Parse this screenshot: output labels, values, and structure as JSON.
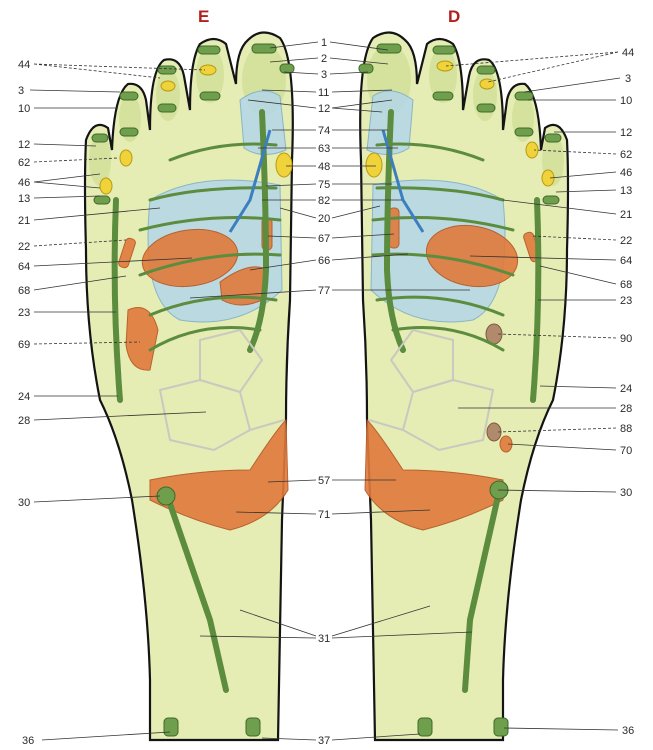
{
  "left_foot": {
    "label": "E",
    "labels": [
      "44",
      "3",
      "10",
      "12",
      "62",
      "46",
      "13",
      "21",
      "22",
      "64",
      "68",
      "23",
      "69",
      "24",
      "28",
      "30"
    ]
  },
  "right_foot": {
    "label": "D",
    "labels": [
      "44",
      "3",
      "10",
      "12",
      "62",
      "46",
      "13",
      "21",
      "22",
      "64",
      "68",
      "23",
      "90",
      "24",
      "28",
      "88",
      "70",
      "30"
    ]
  },
  "center_labels": [
    "1",
    "2",
    "3",
    "11",
    "12",
    "74",
    "63",
    "48",
    "75",
    "82",
    "20",
    "67",
    "66",
    "77",
    "57",
    "71",
    "31",
    "37"
  ],
  "bottom": {
    "left_36": "36",
    "right_36": "36"
  },
  "colors": {
    "outline": "#141414",
    "skin": "#e5ecb4",
    "bone": "#5c8c3e",
    "organ_orange": "#e07a3c",
    "organ_blue": "#b7d8e6",
    "organ_yellow": "#f0d23a",
    "letter_red": "#b3201c"
  }
}
